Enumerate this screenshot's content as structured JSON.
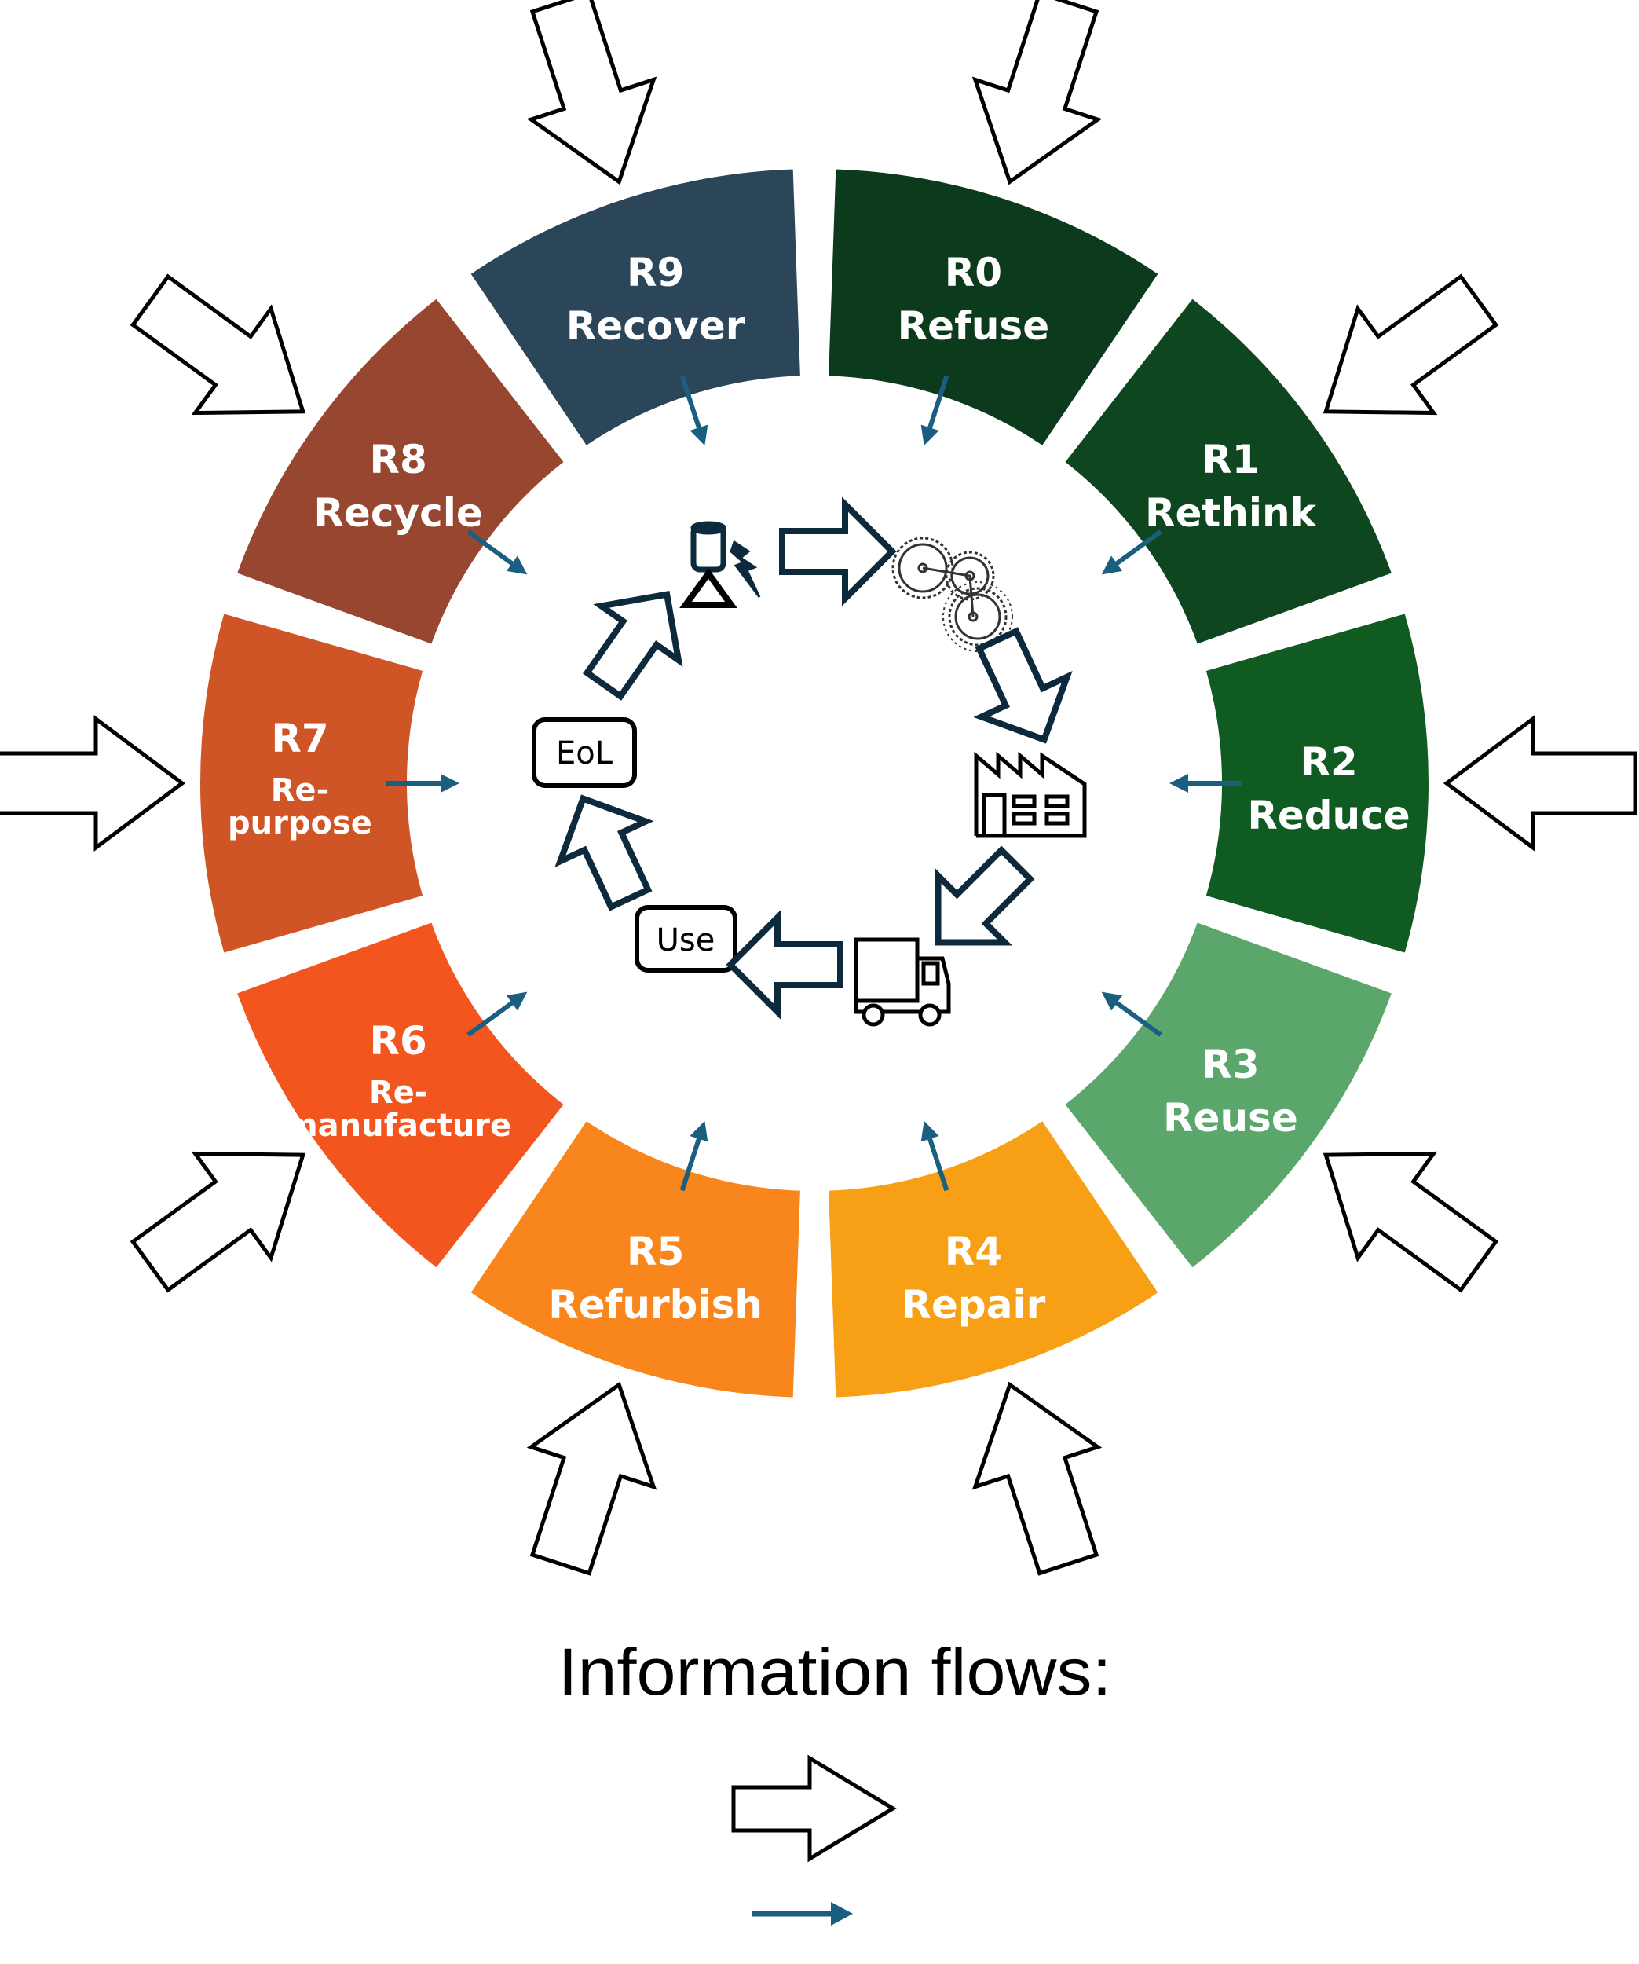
{
  "segments": [
    {
      "code": "R0",
      "lines": [
        "Refuse"
      ],
      "color": "#0b3a1d"
    },
    {
      "code": "R1",
      "lines": [
        "Rethink"
      ],
      "color": "#0e461f"
    },
    {
      "code": "R2",
      "lines": [
        "Reduce"
      ],
      "color": "#0f5b22"
    },
    {
      "code": "R3",
      "lines": [
        "Reuse"
      ],
      "color": "#5aa66b"
    },
    {
      "code": "R4",
      "lines": [
        "Repair"
      ],
      "color": "#f7a015"
    },
    {
      "code": "R5",
      "lines": [
        "Refurbish"
      ],
      "color": "#f8861c"
    },
    {
      "code": "R6",
      "lines": [
        "Re-",
        "manufacture"
      ],
      "color": "#f2561e"
    },
    {
      "code": "R7",
      "lines": [
        "Re-",
        "purpose"
      ],
      "color": "#cf5526"
    },
    {
      "code": "R8",
      "lines": [
        "Recycle"
      ],
      "color": "#97462f"
    },
    {
      "code": "R9",
      "lines": [
        "Recover"
      ],
      "color": "#2c4659"
    }
  ],
  "cycle": {
    "stages": [
      "raw-materials-icon",
      "gears-icon",
      "factory-icon",
      "truck-icon",
      "Use",
      "EoL"
    ],
    "use_label": "Use",
    "eol_label": "EoL",
    "arrow_color": "#0d2a3d"
  },
  "colors": {
    "info_arrow": "#1a5f80",
    "outline_arrow": "#000000"
  },
  "legend": {
    "title": "Information flows:"
  }
}
